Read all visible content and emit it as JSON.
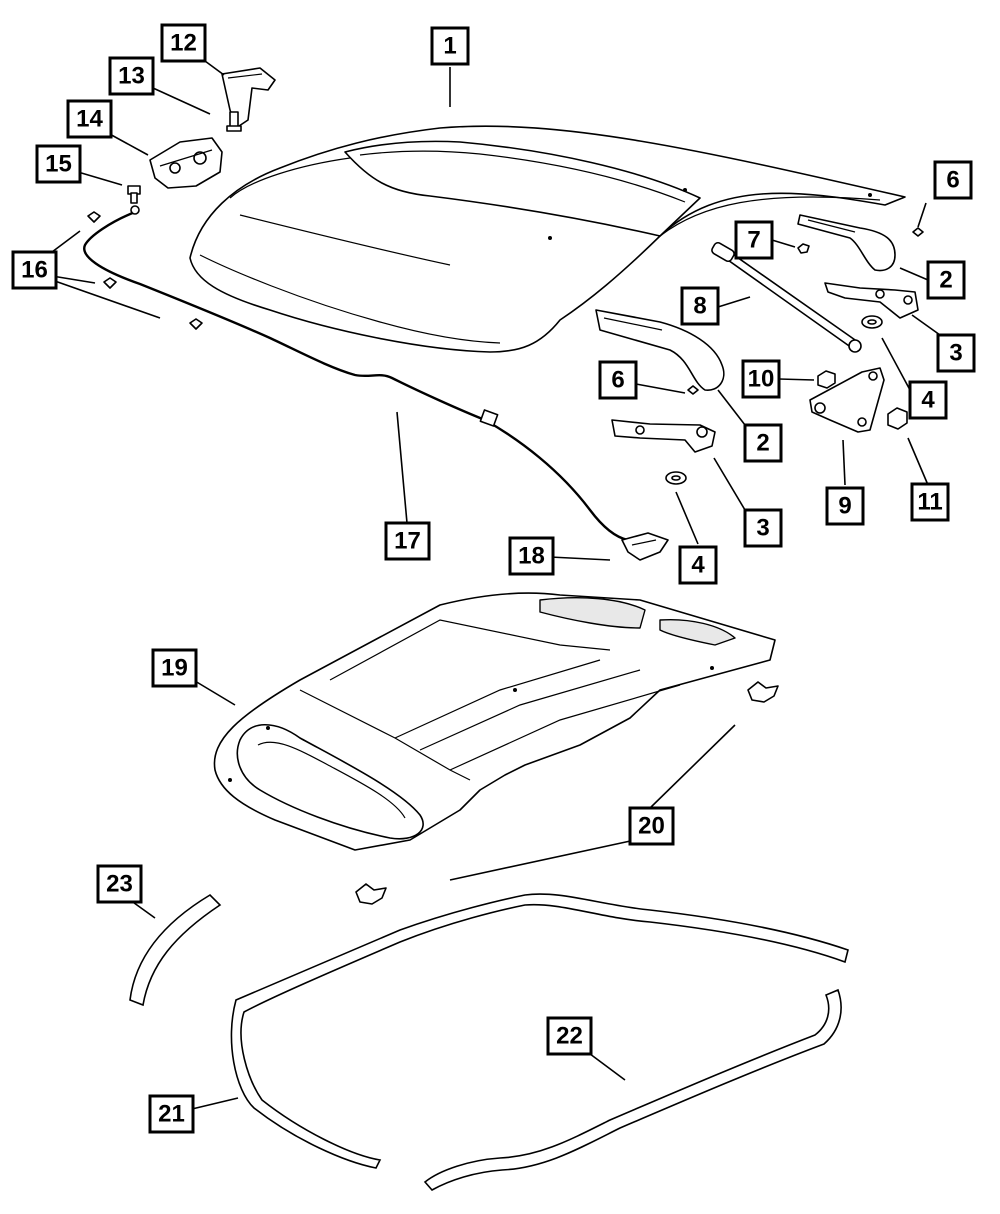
{
  "callouts": [
    "1",
    "2",
    "3",
    "4",
    "6",
    "7",
    "8",
    "9",
    "10",
    "11",
    "12",
    "13",
    "14",
    "15",
    "16",
    "17",
    "18",
    "19",
    "20",
    "21",
    "22",
    "23"
  ]
}
